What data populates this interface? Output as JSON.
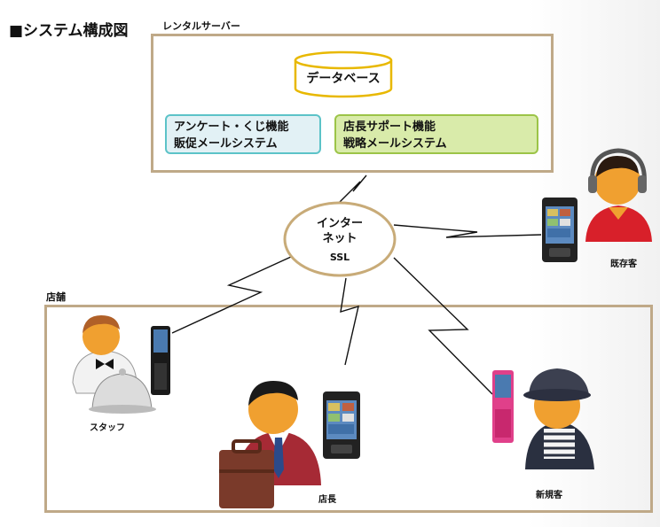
{
  "title": "■システム構成図",
  "server": {
    "label": "レンタルサーバー",
    "database": "データベース",
    "system_left": [
      "アンケート・くじ機能",
      "販促メールシステム"
    ],
    "system_right": [
      "店長サポート機能",
      "戦略メールシステム"
    ]
  },
  "internet": {
    "line1": "インター",
    "line2": "ネット",
    "protocol": "SSL"
  },
  "store": {
    "label": "店舗"
  },
  "people": {
    "existing_customer": "既存客",
    "staff": "スタッフ",
    "manager": "店長",
    "new_customer": "新規客"
  },
  "colors": {
    "frame": "#bfa988",
    "database_border": "#e8b800",
    "system_left_border": "#5cc3c8",
    "system_left_fill": "#e2f1f5",
    "system_right_border": "#9cc448",
    "system_right_fill": "#d9ebaa",
    "internet_border": "#c8ab78",
    "skin": "#f0a030",
    "phone": "#222222",
    "pink_phone": "#e0408a"
  },
  "icons": [
    "database-icon",
    "cloud-icon",
    "smartphone-icon",
    "flip-phone-icon",
    "headset-icon",
    "cloche-icon",
    "briefcase-icon",
    "hat-icon"
  ]
}
